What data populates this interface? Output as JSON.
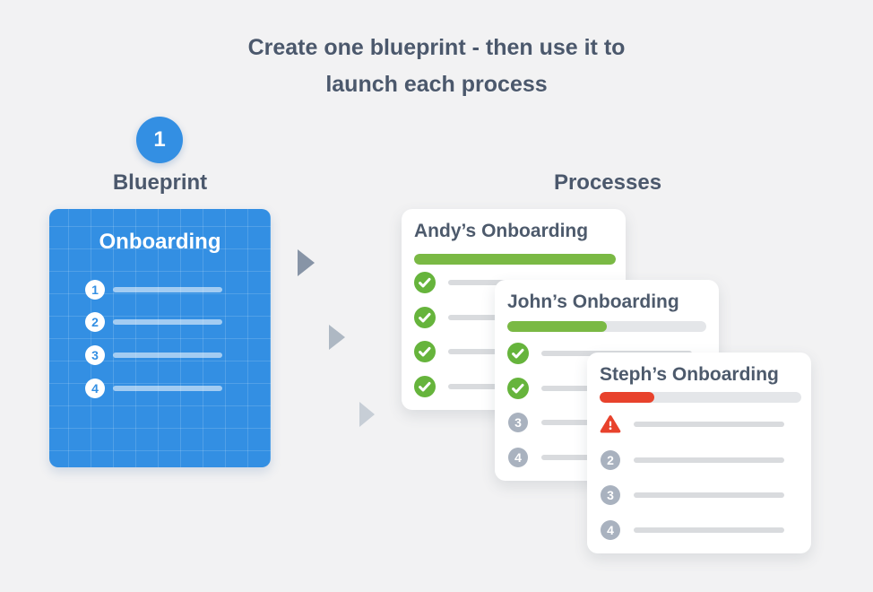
{
  "headline": {
    "line1": "Create one blueprint - then use it to",
    "line2": "launch each process"
  },
  "blueprint": {
    "step_number": "1",
    "label": "Blueprint",
    "card_title": "Onboarding",
    "items": [
      {
        "number": "1"
      },
      {
        "number": "2"
      },
      {
        "number": "3"
      },
      {
        "number": "4"
      }
    ]
  },
  "processes": {
    "label": "Processes",
    "cards": [
      {
        "title": "Andy’s Onboarding",
        "progress_percent": 100,
        "progress_color": "#7ab944",
        "status": "complete",
        "items": [
          {
            "type": "check"
          },
          {
            "type": "check"
          },
          {
            "type": "check"
          },
          {
            "type": "check"
          }
        ]
      },
      {
        "title": "John’s Onboarding",
        "progress_percent": 50,
        "progress_color": "#7ab944",
        "status": "in-progress",
        "items": [
          {
            "type": "check"
          },
          {
            "type": "check"
          },
          {
            "type": "number",
            "number": "3"
          },
          {
            "type": "number",
            "number": "4"
          }
        ]
      },
      {
        "title": "Steph’s Onboarding",
        "progress_percent": 27,
        "progress_color": "#e8422c",
        "status": "blocked",
        "items": [
          {
            "type": "warning"
          },
          {
            "type": "number",
            "number": "2"
          },
          {
            "type": "number",
            "number": "3"
          },
          {
            "type": "number",
            "number": "4"
          }
        ]
      }
    ]
  },
  "colors": {
    "background": "#f2f2f3",
    "brand_blue": "#338fe3",
    "success_green": "#7ab944",
    "check_green": "#66b43c",
    "error_red": "#e8422c",
    "slate_text": "#4b586c",
    "gray_circle": "#a9b2bf",
    "gray_line": "#d9dbde"
  }
}
